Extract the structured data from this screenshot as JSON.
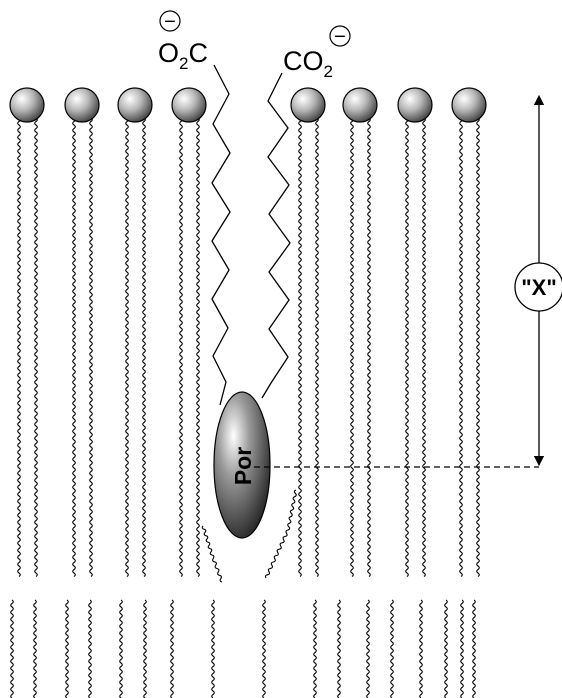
{
  "labels": {
    "left_carboxylate": {
      "text": "O",
      "subscript": "2",
      "suffix": "C",
      "charge": "−"
    },
    "right_carboxylate": {
      "text": "CO",
      "subscript": "2",
      "charge": "−"
    },
    "porphyrin": "Por",
    "distance": "\"X\""
  },
  "colors": {
    "line": "#000000",
    "headgroup_light": "#ffffff",
    "headgroup_dark": "#4a4a4a"
  },
  "icons": {
    "headgroup": "sphere",
    "porphyrin": "ellipsoid"
  }
}
